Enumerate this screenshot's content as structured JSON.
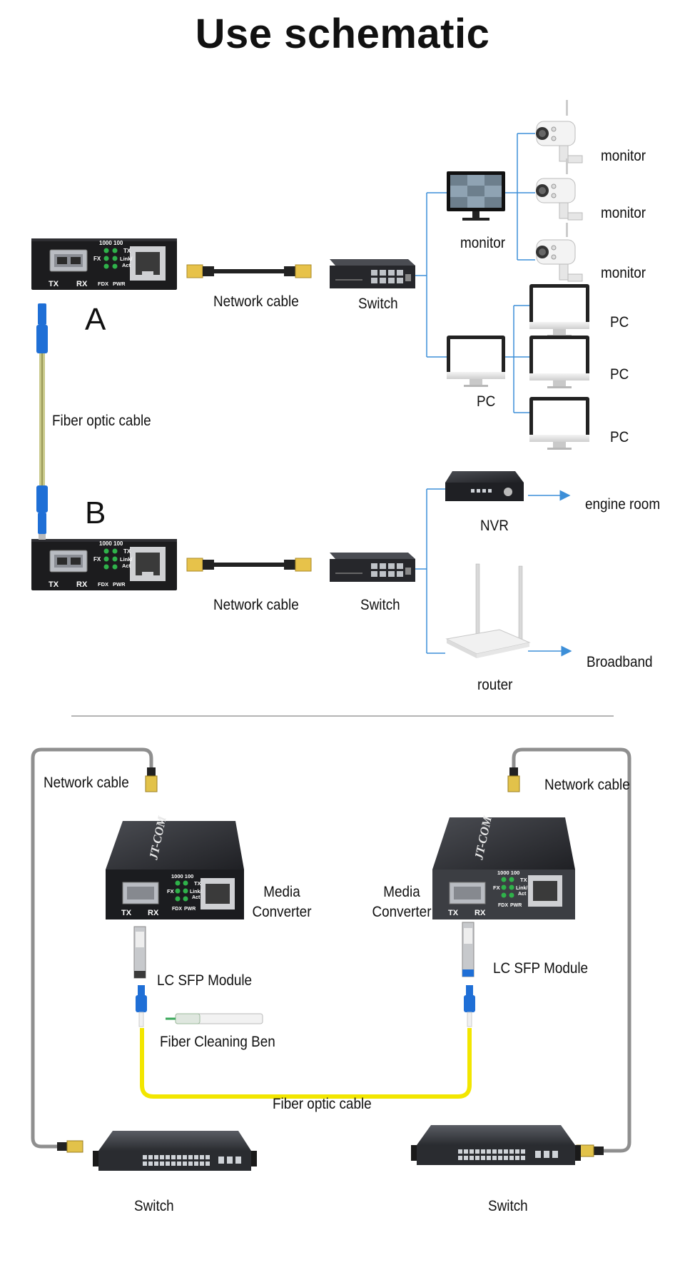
{
  "title": "Use schematic",
  "colors": {
    "device_dark": "#1c1c1e",
    "fiber_yellow": "#f2e600",
    "connector_blue": "#1f6fd6",
    "line_blue": "#3d8fd8",
    "cable_gray": "#8f8f8f",
    "led_green": "#2fb24a"
  },
  "top": {
    "converter_a": {
      "marker": "A",
      "speed": "1000 100",
      "led_tx": "TX",
      "led_fx": "FX",
      "led_link": "Link/",
      "led_act": "Act",
      "led_fdx": "FDX",
      "led_pwr": "PWR",
      "port_tx": "TX",
      "port_rx": "RX"
    },
    "converter_b": {
      "marker": "B",
      "speed": "1000 100",
      "led_tx": "TX",
      "led_fx": "FX",
      "led_link": "Link/",
      "led_act": "Act",
      "led_fdx": "FDX",
      "led_pwr": "PWR",
      "port_tx": "TX",
      "port_rx": "RX"
    },
    "fiber_label": "Fiber optic cable",
    "cable_a_label": "Network cable",
    "cable_b_label": "Network cable",
    "switch_a_label": "Switch",
    "switch_b_label": "Switch",
    "monitor_main_label": "monitor",
    "cam_labels": [
      "monitor",
      "monitor",
      "monitor"
    ],
    "pc_main_label": "PC",
    "pc_labels": [
      "PC",
      "PC",
      "PC"
    ],
    "nvr_label": "NVR",
    "engine_room_label": "engine room",
    "router_label": "router",
    "broadband_label": "Broadband"
  },
  "bottom": {
    "left_cable_label": "Network cable",
    "right_cable_label": "Network cable",
    "left_media": [
      "Media",
      "Converter"
    ],
    "right_media": [
      "Media",
      "Converter"
    ],
    "left_brand": "JT-COM",
    "right_brand": "JT-COM",
    "left_sfp": "LC SFP Module",
    "right_sfp": "LC SFP Module",
    "cleaning_pen": "Fiber Cleaning Ben",
    "fiber_label": "Fiber optic cable",
    "left_switch": "Switch",
    "right_switch": "Switch",
    "speed": "1000 100",
    "led_tx": "TX",
    "led_fx": "FX",
    "led_link": "Link/",
    "led_act": "Act",
    "led_fdx": "FDX",
    "led_pwr": "PWR",
    "port_tx": "TX",
    "port_rx": "RX"
  }
}
